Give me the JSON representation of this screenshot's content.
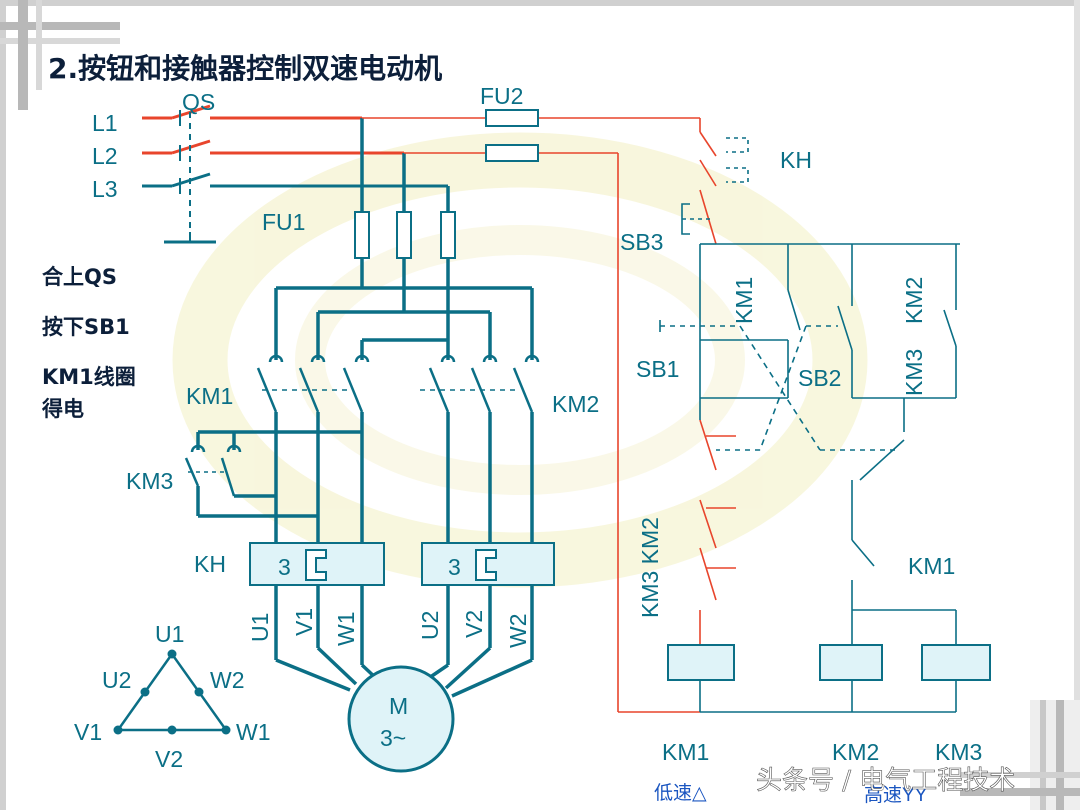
{
  "title": "2.按钮和接触器控制双速电动机",
  "notes": [
    "合上QS",
    "按下SB1",
    "KM1线圈",
    "得电"
  ],
  "labels": {
    "L1": "L1",
    "L2": "L2",
    "L3": "L3",
    "QS": "QS",
    "FU1": "FU1",
    "FU2": "FU2",
    "KH": "KH",
    "SB1": "SB1",
    "SB2": "SB2",
    "SB3": "SB3",
    "KM1": "KM1",
    "KM2": "KM2",
    "KM3": "KM3",
    "km3km2": "KM3 KM2",
    "km3": "KM3",
    "km2": "KM2",
    "U1": "U1",
    "V1": "V1",
    "W1": "W1",
    "U2": "U2",
    "V2": "V2",
    "W2": "W2",
    "relay_num": "3",
    "M": "M",
    "M_phase": "3~"
  },
  "coils": [
    "KM1",
    "KM2",
    "KM3"
  ],
  "speed_labels": {
    "low": "低速△",
    "high": "高速YY"
  },
  "watermark": "头条号 / 电气工程技术",
  "colors": {
    "teal": "#0b6f86",
    "red": "#e8452c",
    "cyan_fill": "#dff3f8"
  }
}
